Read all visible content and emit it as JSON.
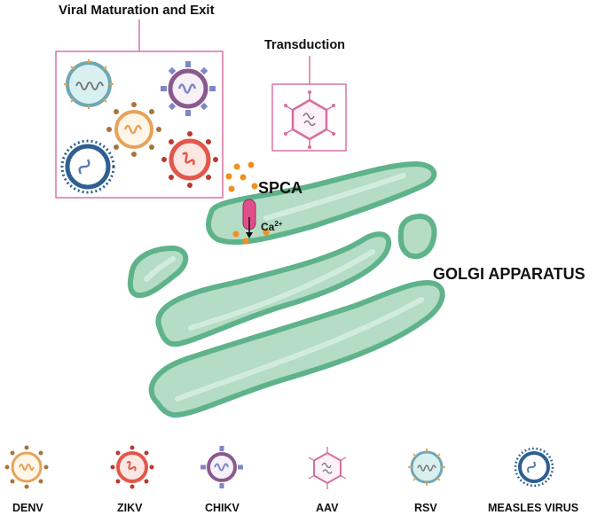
{
  "labels": {
    "maturation_title": "Viral Maturation and Exit",
    "transduction": "Transduction",
    "pump": "SPCA",
    "ion": "Ca",
    "ion_charge": "2+",
    "organelle": "GOLGI APPARATUS"
  },
  "legend": [
    {
      "name": "DENV",
      "color": "#e6a35a"
    },
    {
      "name": "ZIKV",
      "color": "#e2574a"
    },
    {
      "name": "CHIKV",
      "color": "#8a5a8e"
    },
    {
      "name": "AAV",
      "color": "#d66f9c"
    },
    {
      "name": "RSV",
      "color": "#6fa7b3"
    },
    {
      "name": "MEASLES VIRUS",
      "color": "#2f5f93"
    }
  ],
  "colors": {
    "box_border": "#d873a6",
    "golgi_fill": "#b5dcc4",
    "golgi_stroke": "#5fb38b",
    "calcium": "#f0901f",
    "pump": "#e04f8c"
  }
}
